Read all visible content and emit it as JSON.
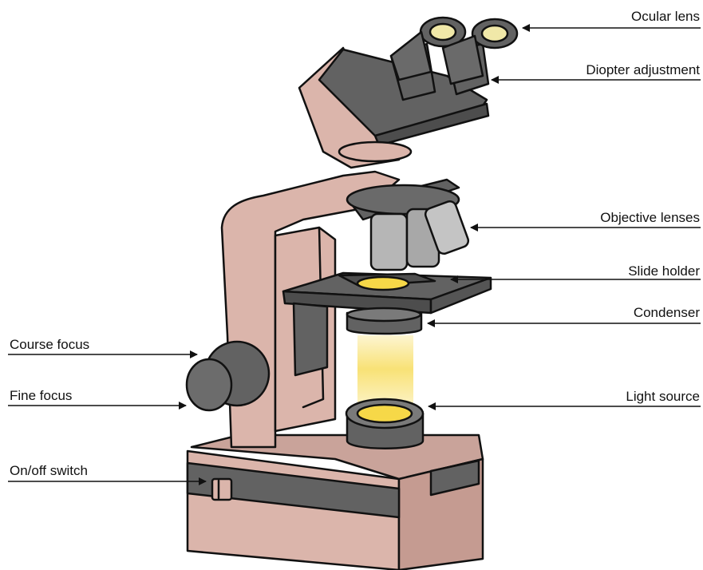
{
  "labels": {
    "ocular_lens": "Ocular lens",
    "diopter_adjustment": "Diopter adjustment",
    "objective_lenses": "Objective lenses",
    "slide_holder": "Slide holder",
    "condenser": "Condenser",
    "light_source": "Light source",
    "course_focus": "Course focus",
    "fine_focus": "Fine focus",
    "onoff_switch": "On/off switch"
  },
  "colors": {
    "body": "#dbb5ab",
    "dark": "#626262",
    "gray": "#b6b6b6",
    "light": "#f6d848",
    "outline": "#111111"
  }
}
